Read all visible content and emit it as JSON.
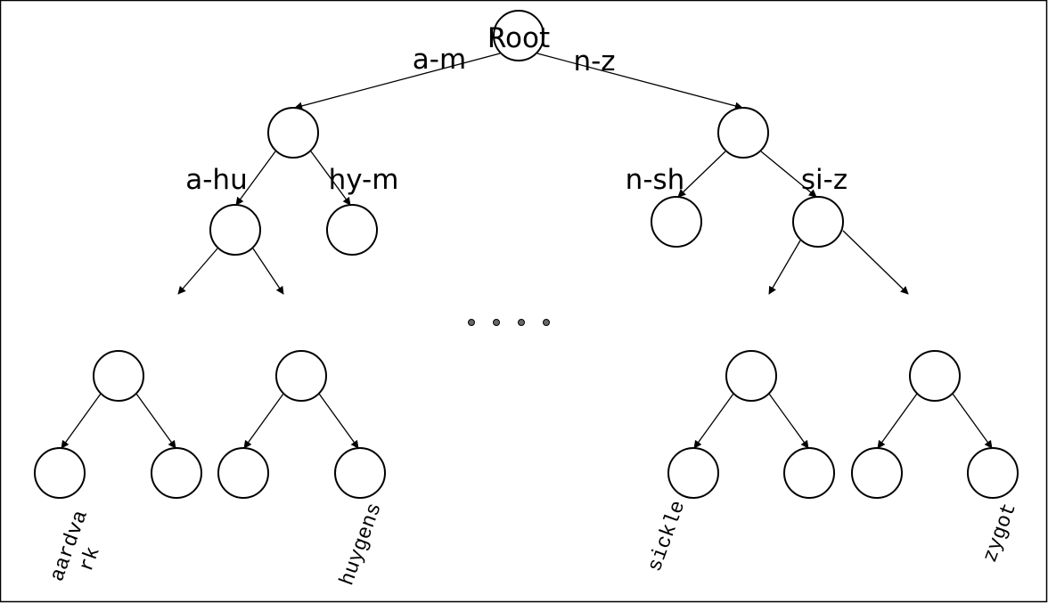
{
  "root_label": "Root",
  "edge_labels": {
    "a_m": "a-m",
    "n_z": "n-z",
    "a_hu": "a-hu",
    "hy_m": "hy-m",
    "n_sh": "n-sh",
    "si_z": "si-z"
  },
  "leaf_words": {
    "aardvark_line1": "aardva",
    "aardvark_line2": "rk",
    "huygens": "huygens",
    "sickle": "sickle",
    "zygot": "zygot"
  },
  "colors": {
    "stroke": "#000000",
    "node_fill": "#ffffff",
    "ellipsis_dots": "#666666"
  }
}
